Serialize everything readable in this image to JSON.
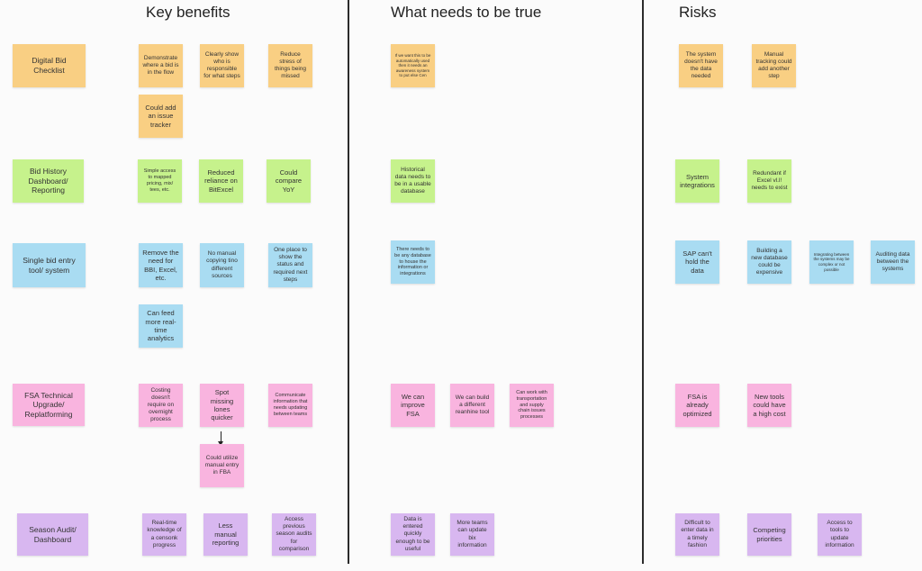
{
  "columns": {
    "benefits_title": "Key benefits",
    "needs_title": "What needs to be true",
    "risks_title": "Risks"
  },
  "labels": {
    "digital_bid": "Digital Bid Checklist",
    "bid_history": "Bid History Dashboard/ Reporting",
    "single_bid": "Single bid entry tool/ system",
    "fsa": "FSA Technical Upgrade/ Replatforming",
    "season_audit": "Season Audit/ Dashboard"
  },
  "notes": {
    "b1": "Demonstrate where a bid is in the flow",
    "b2": "Clearly show who is responsible for what steps",
    "b3": "Reduce stress of things being missed",
    "b4": "Could add an issue tracker",
    "n1": "If we want this to be automatically used then it needs an awareness system to put else Cen",
    "r1": "The system doesn't have the data needed",
    "r2": "Manual tracking could add another step",
    "b5": "Simple access to mapped pricing, mix/ tees, etc.",
    "b6": "Reduced reliance on BitExcel",
    "b7": "Could compare YoY",
    "n2": "Historical data needs to be in a usable database",
    "r3": "System integrations",
    "r4": "Redundant if Excel vl.l! needs to exist",
    "b8": "Remove the need for BBI, Excel, etc.",
    "b9": "No manual copying tino different sources",
    "b10": "One place to show the status and required next steps",
    "b11": "Can feed more real-time analytics",
    "n3": "There needs to be any database to house the information or integrations",
    "r5": "SAP can't hold the data",
    "r6": "Building a new database could be expensive",
    "r7": "Integrating between the systems may be complex or not possible",
    "r8": "Auditing data between the systems",
    "b12": "Costing doesn't require on overnight process",
    "b13": "Spot missing lones quicker",
    "b14": "Communicate information that needs updating between teams",
    "b15": "Could utilize manual entry in FBA",
    "n4": "We can improve FSA",
    "n5": "We can build a different reanhine tool",
    "n6": "Can work with transportation and supply chain issues processes",
    "r9": "FSA is already optimized",
    "r10": "New tools could have a high cost",
    "b16": "Real-time knowledge of a censonk progress",
    "b17": "Less manual reporting",
    "b18": "Access previous season audits for comparison",
    "n7": "Data is entered quickly enough to be useful",
    "n8": "More teams can update bix information",
    "r11": "Difficult to enter data in a timely fashion",
    "r12": "Competing priorities",
    "r13": "Access to tools to update information"
  },
  "colors": {
    "yellow": "#f9cf83",
    "green": "#c6f28c",
    "blue": "#a9dcf2",
    "pink": "#f9b4df",
    "purple": "#d8b7f0",
    "divider": "#2b2b2b"
  }
}
